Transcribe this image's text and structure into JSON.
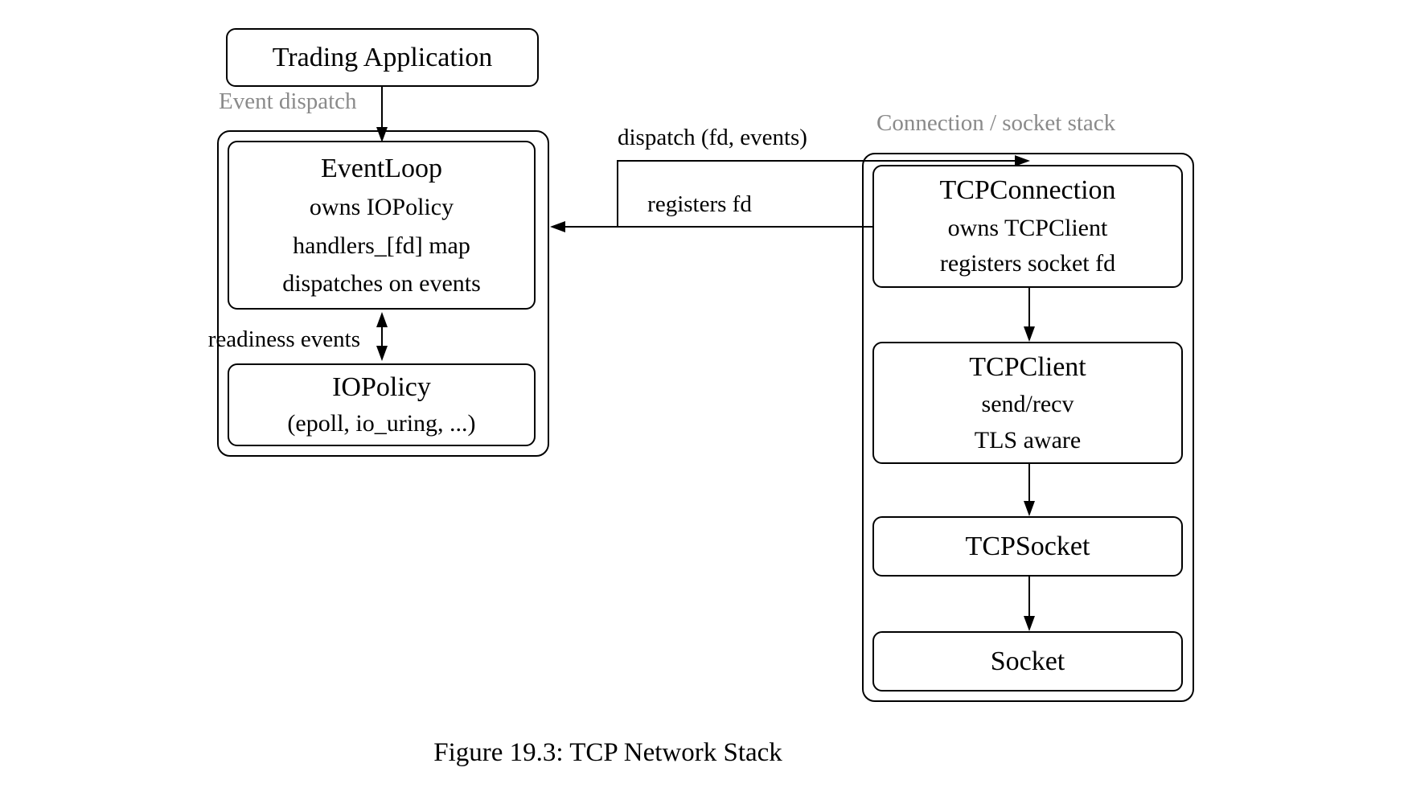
{
  "figure": {
    "caption": "Figure 19.3: TCP Network Stack"
  },
  "labels": {
    "event_dispatch": "Event dispatch",
    "connection_stack": "Connection / socket stack",
    "dispatch_fd_events": "dispatch (fd, events)",
    "registers_fd": "registers fd",
    "readiness_events": "readiness events"
  },
  "nodes": {
    "trading_app": {
      "title": "Trading Application"
    },
    "event_loop": {
      "title": "EventLoop",
      "lines": [
        "owns IOPolicy",
        "handlers_[fd] map",
        "dispatches on events"
      ]
    },
    "io_policy": {
      "title": "IOPolicy",
      "lines": [
        "(epoll, io_uring, ...)"
      ]
    },
    "tcp_connection": {
      "title": "TCPConnection",
      "lines": [
        "owns TCPClient",
        "registers socket fd"
      ]
    },
    "tcp_client": {
      "title": "TCPClient",
      "lines": [
        "send/recv",
        "TLS aware"
      ]
    },
    "tcp_socket": {
      "title": "TCPSocket"
    },
    "socket": {
      "title": "Socket"
    }
  },
  "colors": {
    "line": "#000000",
    "text": "#000000",
    "muted_label": "#8a8a8a",
    "background": "#ffffff"
  }
}
